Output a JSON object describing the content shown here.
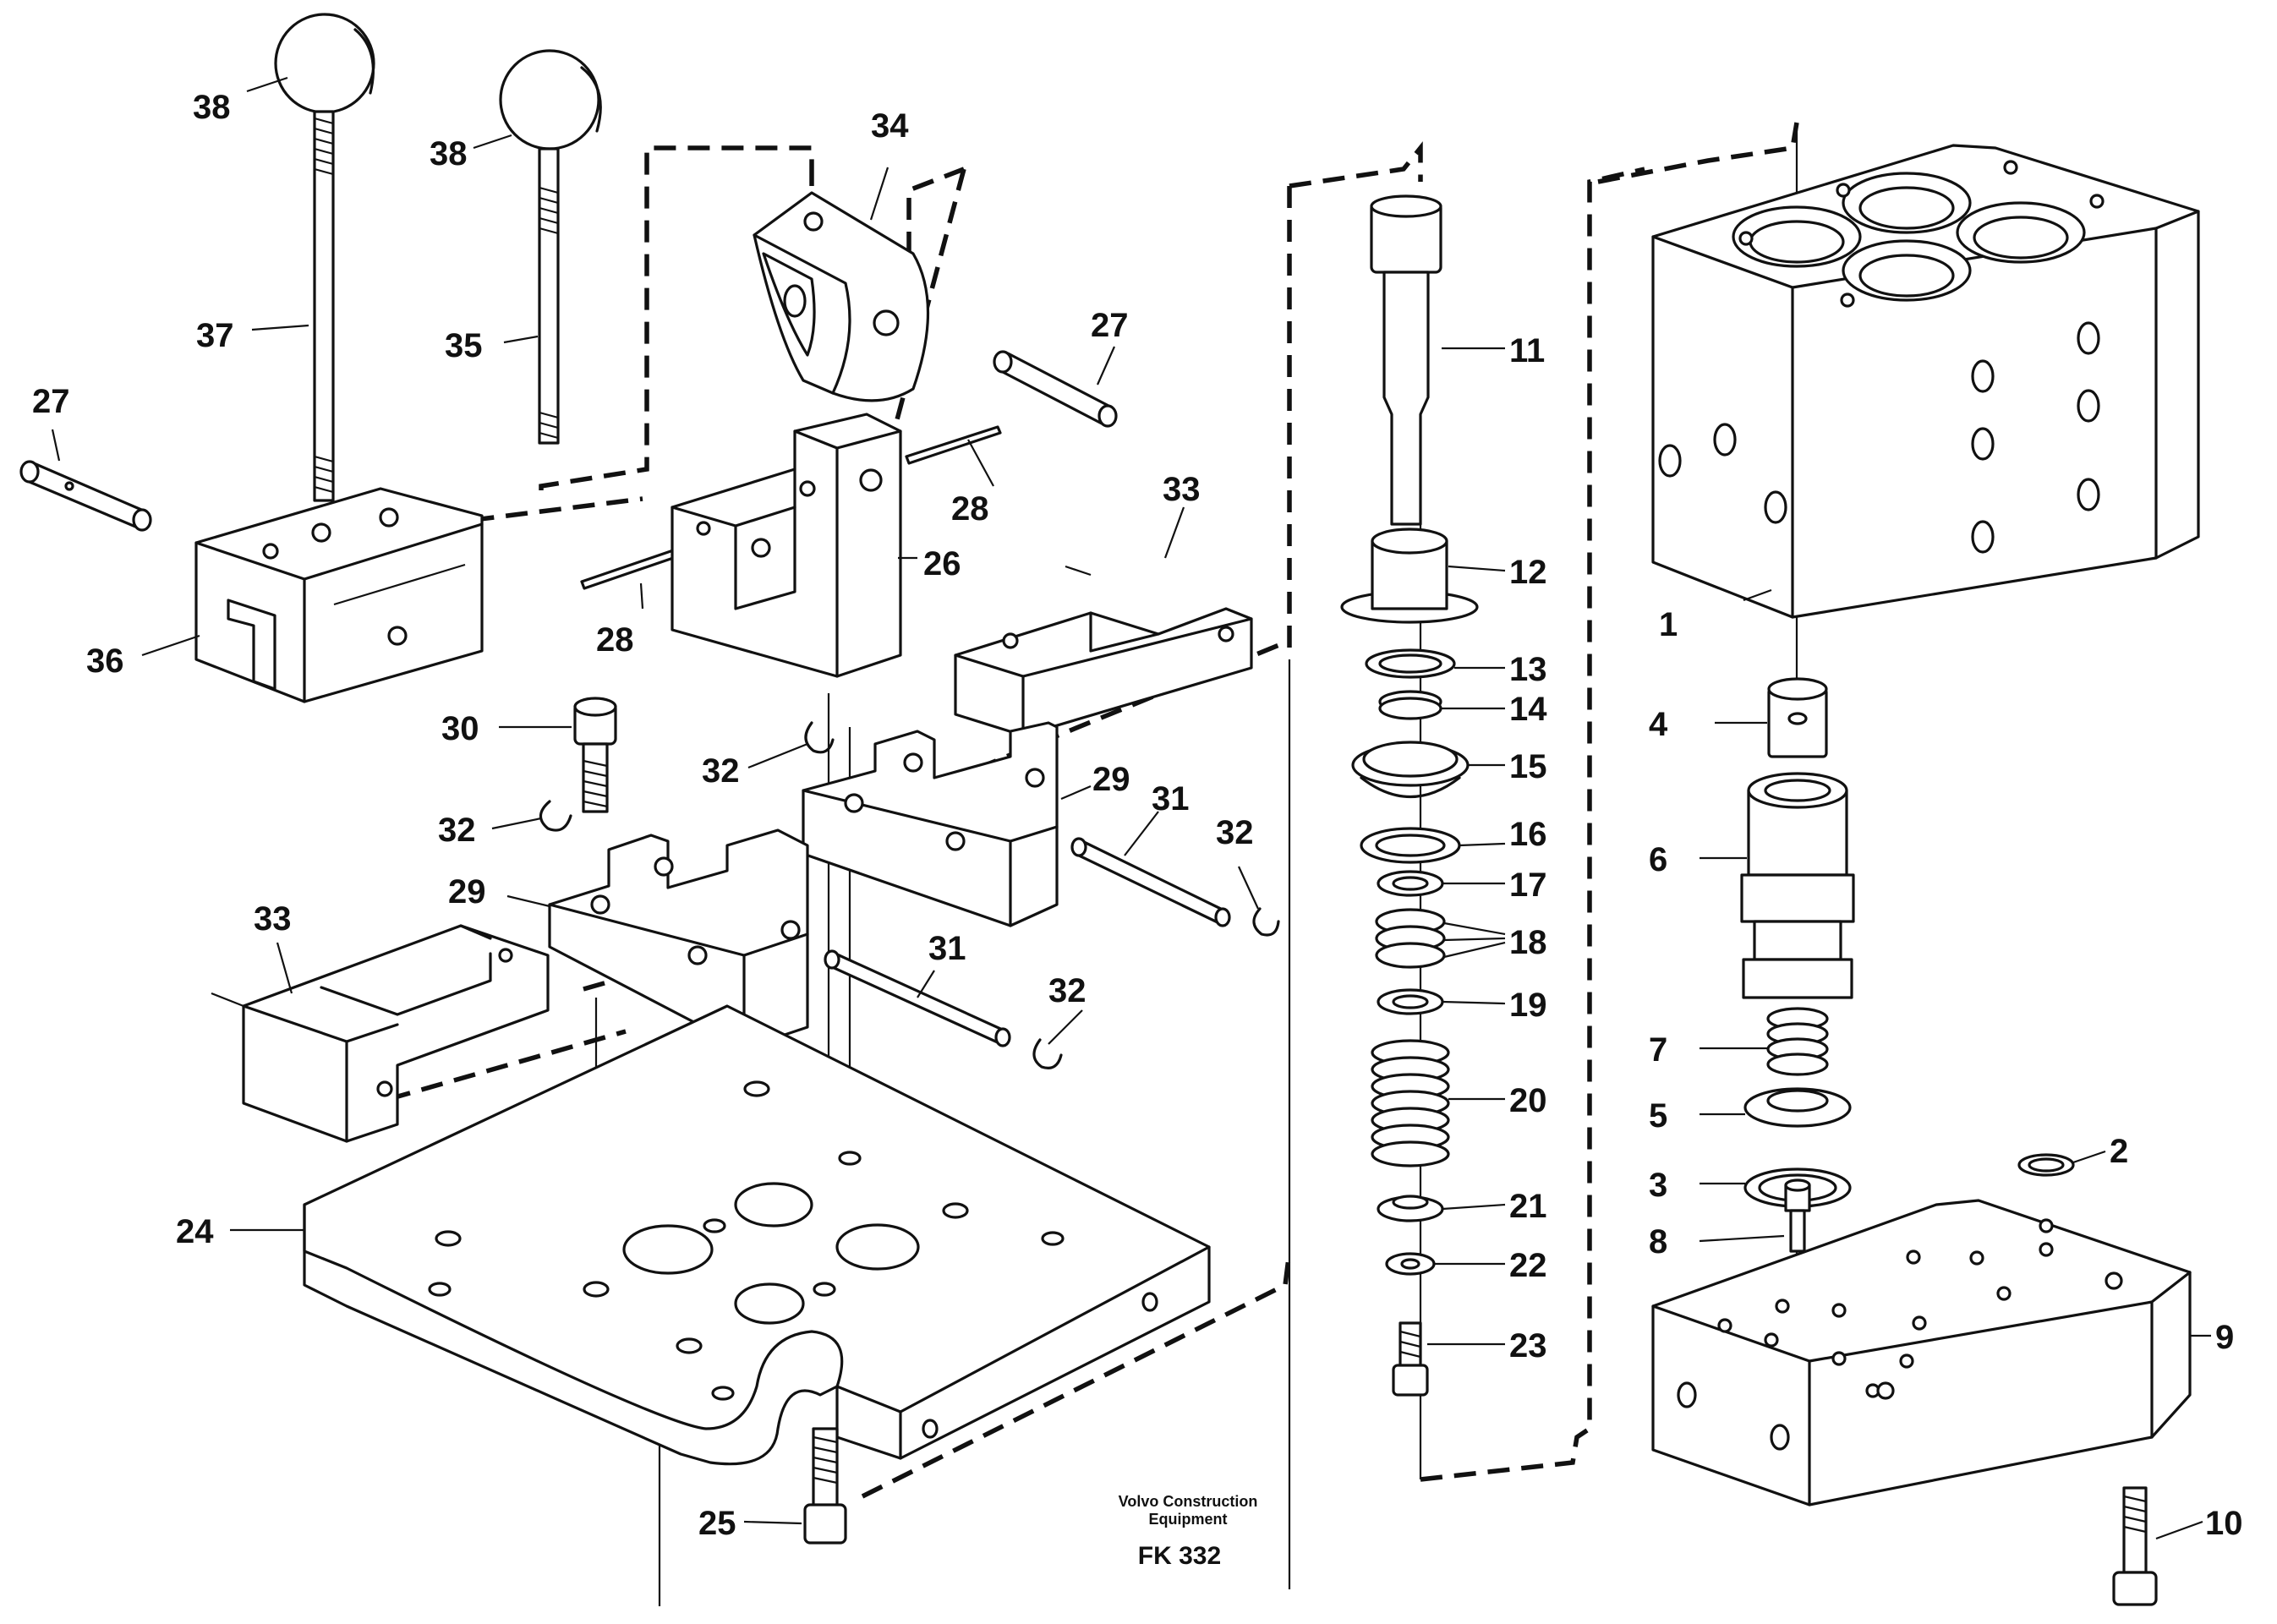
{
  "drawing": {
    "stamp": {
      "line1": "Volvo Construction",
      "line2": "Equipment",
      "code": "FK 332"
    },
    "callouts": {
      "c1": "1",
      "c2": "2",
      "c3": "3",
      "c4": "4",
      "c5": "5",
      "c6": "6",
      "c7": "7",
      "c8": "8",
      "c9": "9",
      "c10": "10",
      "c11": "11",
      "c12": "12",
      "c13": "13",
      "c14": "14",
      "c15": "15",
      "c16": "16",
      "c17": "17",
      "c18": "18",
      "c19": "19",
      "c20": "20",
      "c21": "21",
      "c22": "22",
      "c23": "23",
      "c24": "24",
      "c25": "25",
      "c26": "26",
      "c27a": "27",
      "c27b": "27",
      "c28a": "28",
      "c28b": "28",
      "c29a": "29",
      "c29b": "29",
      "c30": "30",
      "c31a": "31",
      "c31b": "31",
      "c32a": "32",
      "c32b": "32",
      "c32c": "32",
      "c32d": "32",
      "c33a": "33",
      "c33b": "33",
      "c34": "34",
      "c35": "35",
      "c36": "36",
      "c37": "37",
      "c38a": "38",
      "c38b": "38"
    }
  }
}
